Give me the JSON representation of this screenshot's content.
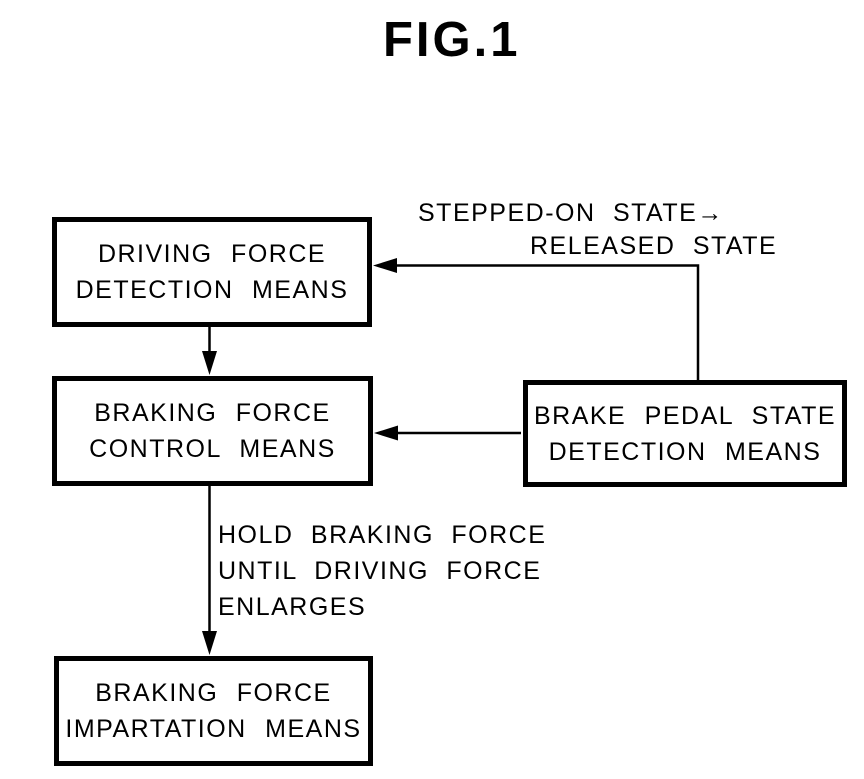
{
  "figure": {
    "title": "FIG.1",
    "boxes": [
      {
        "name": "driving-force-detection-means",
        "line1": "DRIVING FORCE",
        "line2": "DETECTION MEANS"
      },
      {
        "name": "braking-force-control-means",
        "line1": "BRAKING FORCE",
        "line2": "CONTROL MEANS"
      },
      {
        "name": "brake-pedal-state-detection-means",
        "line1": "BRAKE PEDAL STATE",
        "line2": "DETECTION MEANS"
      },
      {
        "name": "braking-force-impartation-means",
        "line1": "BRAKING FORCE",
        "line2": "IMPARTATION MEANS"
      }
    ],
    "annotations": {
      "pedal_transition": {
        "line1": "STEPPED-ON STATE→",
        "line2": "RELEASED STATE"
      },
      "hold_braking": {
        "line1": "HOLD BRAKING FORCE",
        "line2": "UNTIL DRIVING FORCE",
        "line3": "ENLARGES"
      }
    },
    "colors": {
      "ink": "#000000",
      "background": "#ffffff"
    }
  }
}
